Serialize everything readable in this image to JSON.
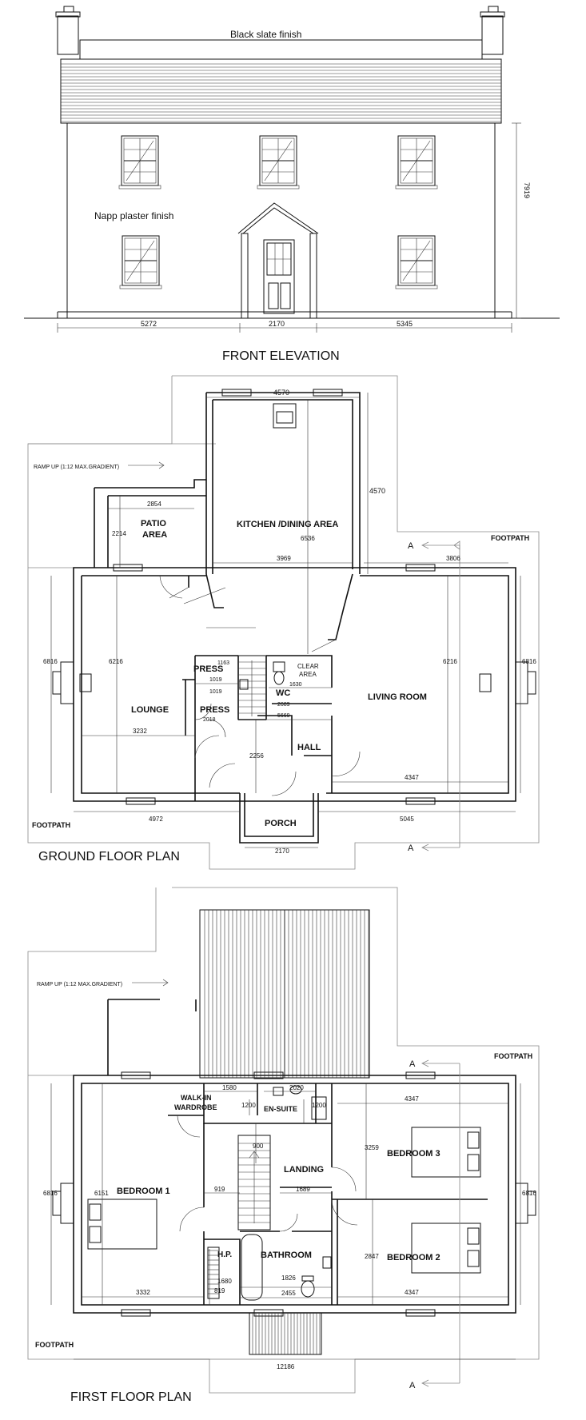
{
  "front_elevation": {
    "title": "FRONT ELEVATION",
    "roof_note": "Black slate finish",
    "wall_note": "Napp plaster finish",
    "dim_height": "7919",
    "dim_left": "5272",
    "dim_mid": "2170",
    "dim_right": "5345"
  },
  "ground_floor": {
    "title": "GROUND FLOOR PLAN",
    "ramp_note": "RAMP UP (1:12 MAX.GRADIENT)",
    "footpath_right": "FOOTPATH",
    "footpath_left": "FOOTPATH",
    "section_a": "A",
    "rooms": {
      "patio": "PATIO",
      "patio2": "AREA",
      "kitchen": "KITCHEN /DINING AREA",
      "lounge": "LOUNGE",
      "press1": "PRESS",
      "press2": "PRESS",
      "wc": "WC",
      "clear1": "CLEAR",
      "clear2": "AREA",
      "living": "LIVING ROOM",
      "hall": "HALL",
      "porch": "PORCH"
    },
    "dims": {
      "kitchen_width": "4570",
      "kitchen_height": "4570",
      "kitchen_depth": "6536",
      "kitchen_inner": "3969",
      "patio_width": "2854",
      "patio_depth": "2214",
      "living_depth_right": "3806",
      "overall_left": "6816",
      "lounge_depth": "6216",
      "press_a": "1163",
      "press_b": "1019",
      "press_c": "1019",
      "press_d": "2018",
      "wc_a": "1630",
      "wc_b": "2689",
      "stair": "5669",
      "lounge_width": "3232",
      "hall_w": "2256",
      "living_depth": "6216",
      "overall_right": "6816",
      "living_width": "4347",
      "front_left": "4972",
      "front_right": "5045",
      "porch_w": "2170"
    }
  },
  "first_floor": {
    "title": "FIRST FLOOR PLAN",
    "ramp_note": "RAMP UP (1:12 MAX.GRADIENT)",
    "footpath_right": "FOOTPATH",
    "footpath_left": "FOOTPATH",
    "section_a": "A",
    "rooms": {
      "walkin1": "WALK-IN",
      "walkin2": "WARDROBE",
      "ensuite": "EN-SUITE",
      "bed1": "BEDROOM 1",
      "landing": "LANDING",
      "bed3": "BEDROOM 3",
      "bed2": "BEDROOM 2",
      "hp": "H.P.",
      "bathroom": "BATHROOM"
    },
    "dims": {
      "wardrobe_w": "1580",
      "wardrobe_d": "1200",
      "ensuite_w": "2020",
      "ensuite_d": "1200",
      "bed3_w": "4347",
      "landing_h": "900",
      "bed3_d": "3259",
      "overall_left": "6816",
      "bed1_d": "6151",
      "hp_w": "919",
      "landing_w": "1689",
      "overall_right": "6816",
      "hp_d": "1680",
      "hp_b": "819",
      "bath_w": "1826",
      "bath_b": "2455",
      "bed2_d": "2847",
      "bed1_w": "3332",
      "bed2_w": "4347",
      "overall_width": "12186"
    }
  }
}
